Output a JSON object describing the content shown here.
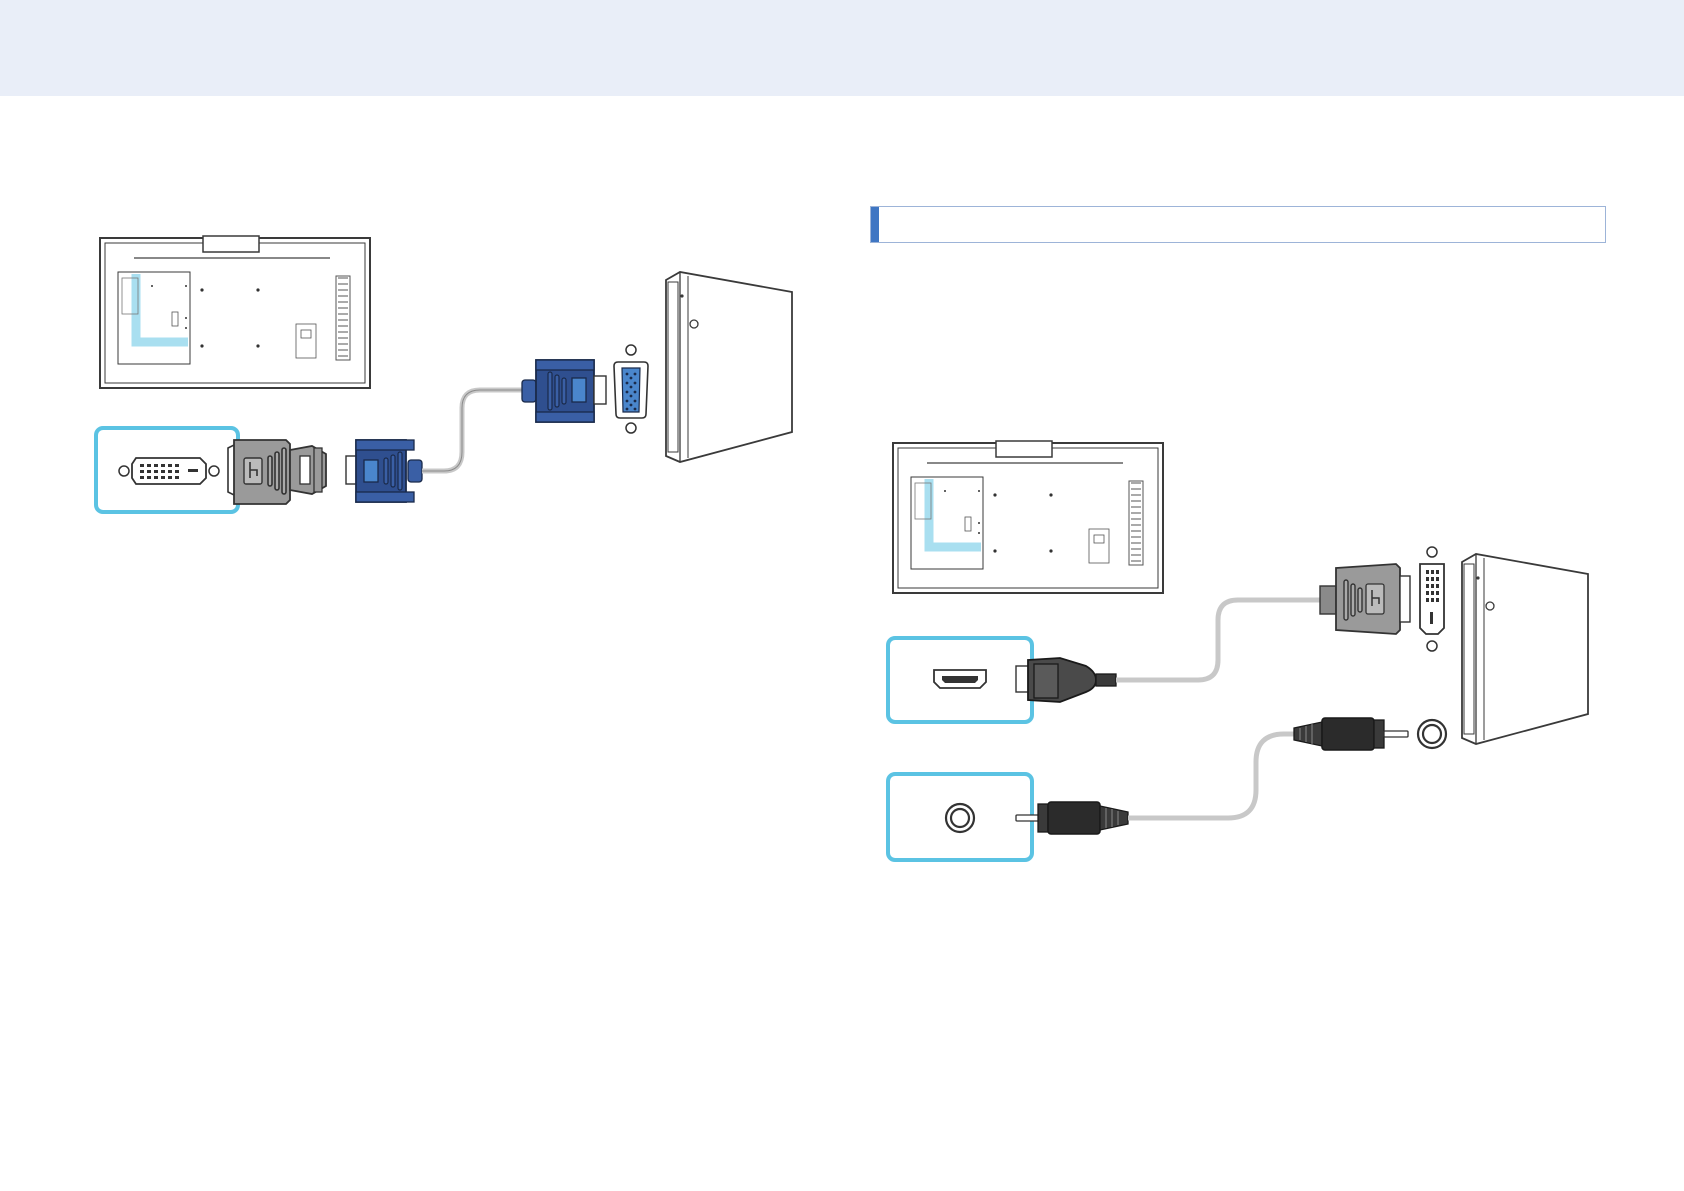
{
  "colors": {
    "header_band": "#e9eef8",
    "accent": "#3f76c3",
    "highlight_box": "#5bc3e3",
    "dvi_connector": "#9a9a9a",
    "vga_connector": "#2f4f8f",
    "vga_port_fill": "#4a86cc",
    "hdmi_plug": "#4a4a4a",
    "audio_plug": "#2b2b2b",
    "cable": "#c8c8c8",
    "line": "#3a3a3a"
  },
  "section": {
    "title": ""
  },
  "diagrams": [
    {
      "name": "dvi-to-vga-connection",
      "parts": [
        "monitor-rear-panel",
        "dvi-port",
        "dvi-vga-adapter",
        "vga-cable",
        "vga-port",
        "pc-tower"
      ]
    },
    {
      "name": "hdmi-dvi-audio-connection",
      "parts": [
        "monitor-rear-panel",
        "hdmi-port",
        "hdmi-dvi-cable",
        "dvi-port",
        "audio-port",
        "stereo-cable",
        "pc-tower"
      ]
    }
  ]
}
